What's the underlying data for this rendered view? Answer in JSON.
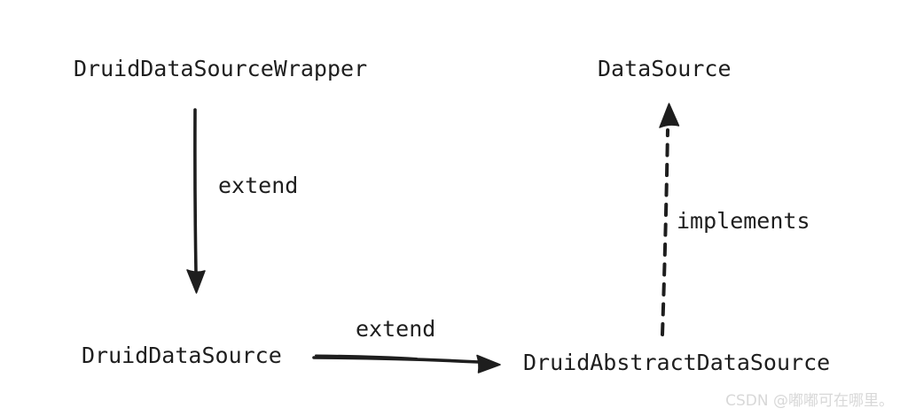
{
  "diagram": {
    "type": "class-diagram",
    "nodes": [
      {
        "id": "druid-datasource-wrapper",
        "label": "DruidDataSourceWrapper"
      },
      {
        "id": "datasource",
        "label": "DataSource"
      },
      {
        "id": "druid-datasource",
        "label": "DruidDataSource"
      },
      {
        "id": "druid-abstract-datasource",
        "label": "DruidAbstractDataSource"
      }
    ],
    "edges": [
      {
        "from": "DruidDataSourceWrapper",
        "to": "DruidDataSource",
        "label": "extend",
        "style": "solid",
        "direction": "down"
      },
      {
        "from": "DruidDataSource",
        "to": "DruidAbstractDataSource",
        "label": "extend",
        "style": "solid",
        "direction": "right"
      },
      {
        "from": "DruidAbstractDataSource",
        "to": "DataSource",
        "label": "implements",
        "style": "dashed",
        "direction": "up"
      }
    ]
  },
  "watermark": "CSDN @嘟嘟可在哪里。",
  "colors": {
    "ink": "#1e1e1e",
    "watermark": "#d8d8d8",
    "background": "#ffffff"
  }
}
